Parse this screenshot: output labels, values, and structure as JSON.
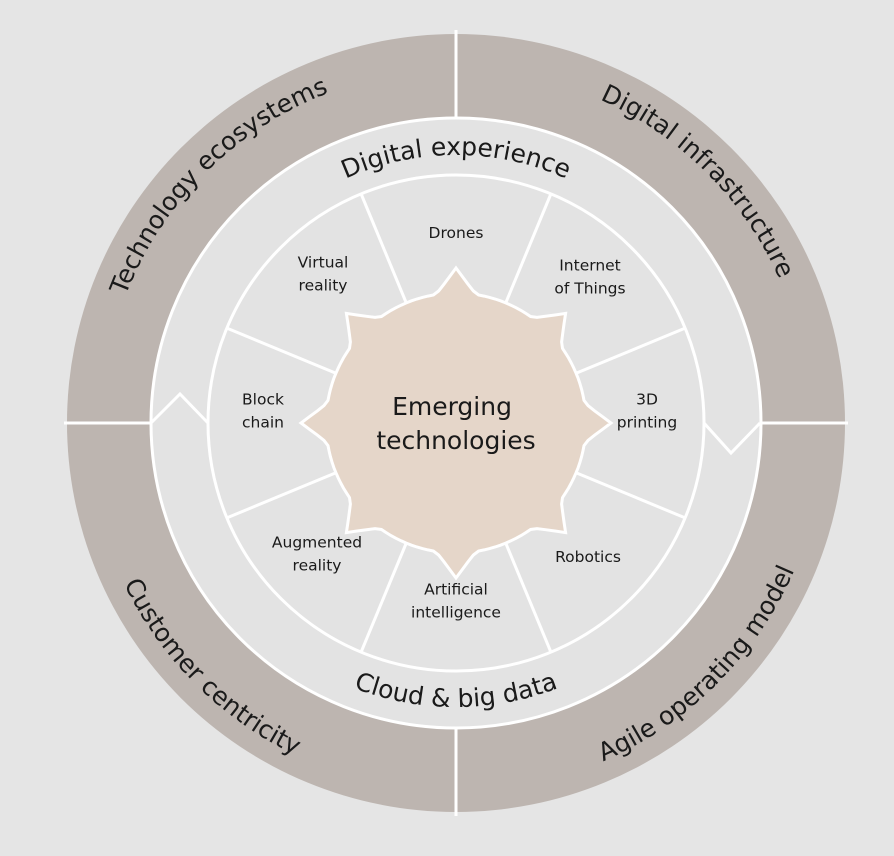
{
  "outer_ring": {
    "top_left": "Technology ecosystems",
    "top_right": "Digital infrastructure",
    "bottom_left": "Customer centricity",
    "bottom_right": "Agile operating model"
  },
  "middle_ring": {
    "top": "Digital experience",
    "bottom": "Cloud & big data"
  },
  "center": {
    "line1": "Emerging",
    "line2": "technologies"
  },
  "segments": [
    {
      "lines": [
        "Drones"
      ]
    },
    {
      "lines": [
        "Internet",
        "of Things"
      ]
    },
    {
      "lines": [
        "3D",
        "printing"
      ]
    },
    {
      "lines": [
        "Robotics"
      ]
    },
    {
      "lines": [
        "Artificial",
        "intelligence"
      ]
    },
    {
      "lines": [
        "Augmented",
        "reality"
      ]
    },
    {
      "lines": [
        "Block",
        "chain"
      ]
    },
    {
      "lines": [
        "Virtual",
        "reality"
      ]
    }
  ],
  "colors": {
    "background": "#e5e5e5",
    "outer_ring": "#bdb5b0",
    "middle_ring": "#e3e3e3",
    "center": "#e5d6c9",
    "divider": "#ffffff"
  }
}
